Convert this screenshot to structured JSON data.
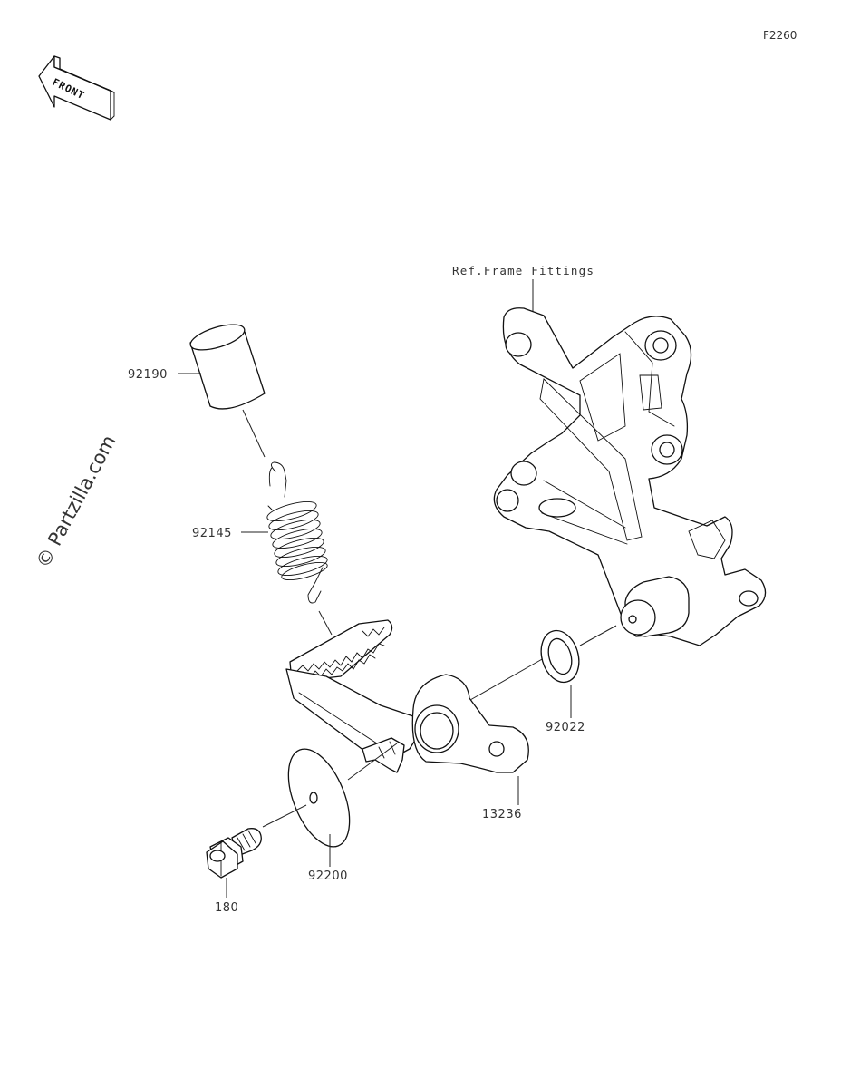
{
  "figure_code": "F2260",
  "front_arrow": {
    "label": "FRONT",
    "icon": "front-direction-arrow-icon"
  },
  "watermark": "© Partzilla.com",
  "reference": {
    "label": "Ref.Frame Fittings"
  },
  "parts": {
    "pedal_rubber": {
      "number": "92190",
      "icon": "pedal-rubber-sleeve"
    },
    "spring": {
      "number": "92145",
      "icon": "return-spring"
    },
    "washer": {
      "number": "92022",
      "icon": "flat-washer"
    },
    "pedal": {
      "number": "13236",
      "icon": "brake-pedal-lever"
    },
    "plate_washer": {
      "number": "92200",
      "icon": "plate-washer"
    },
    "bolt": {
      "number": "180",
      "icon": "flange-bolt"
    }
  }
}
